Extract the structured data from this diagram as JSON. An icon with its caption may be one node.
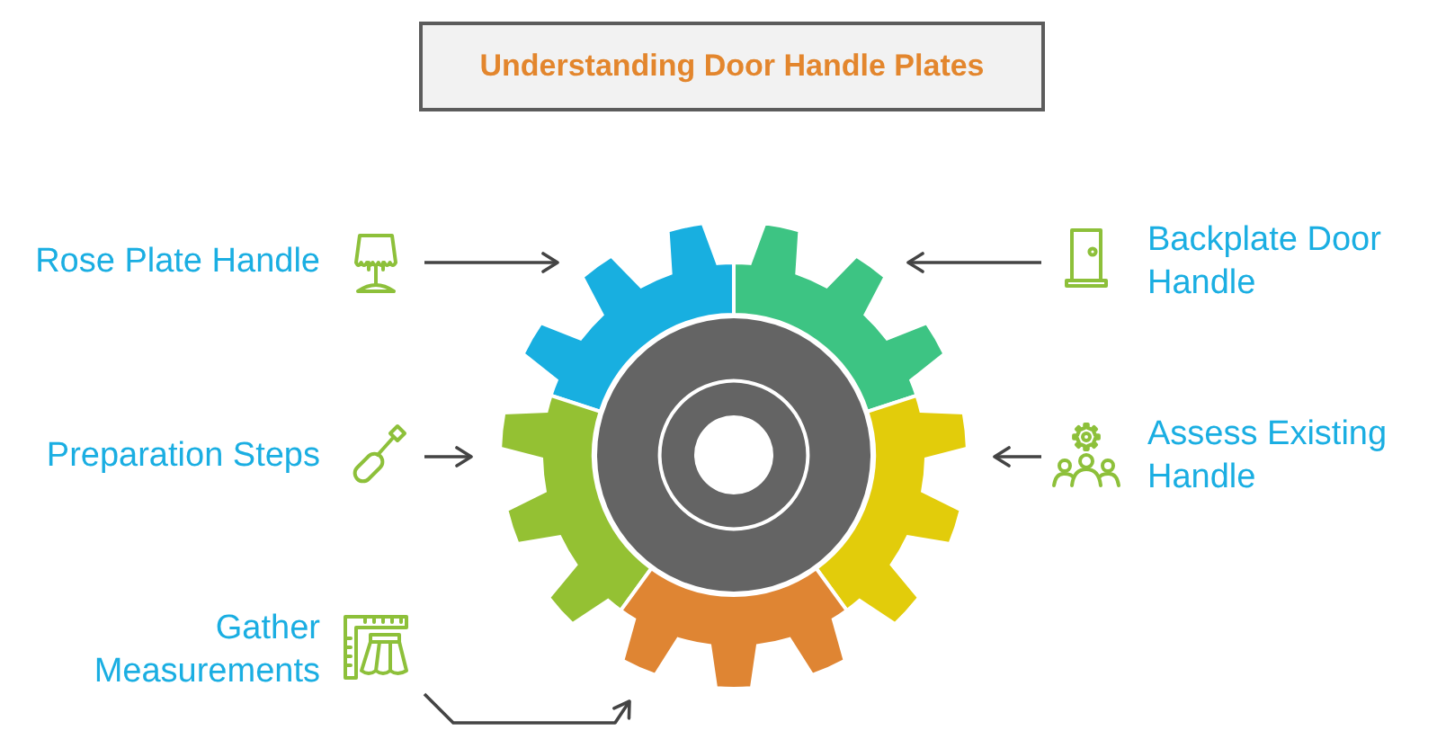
{
  "diagram": {
    "title": "Understanding Door Handle Plates",
    "nodes": [
      {
        "text": [
          "Rose Plate Handle"
        ]
      },
      {
        "text": [
          "Backplate Door Handle"
        ]
      },
      {
        "text": [
          "Preparation Steps"
        ]
      },
      {
        "text": [
          "Assess Existing Handle"
        ]
      },
      {
        "text": [
          "Gather Measurements"
        ]
      },
      {
        "text": [],
        "shape": "gear"
      },
      {
        "text": [],
        "shape": "gear"
      },
      {
        "text": [],
        "shape": "gear"
      },
      {
        "text": [],
        "shape": "gear"
      },
      {
        "text": [],
        "shape": "gear"
      }
    ],
    "edges": [
      {
        "from": 0,
        "to": 5,
        "arrow": "to"
      },
      {
        "from": 1,
        "to": 6,
        "arrow": "to"
      },
      {
        "from": 2,
        "to": 7,
        "arrow": "to"
      },
      {
        "from": 3,
        "to": 8,
        "arrow": "to"
      },
      {
        "from": 4,
        "to": 9,
        "arrow": "to"
      }
    ]
  }
}
